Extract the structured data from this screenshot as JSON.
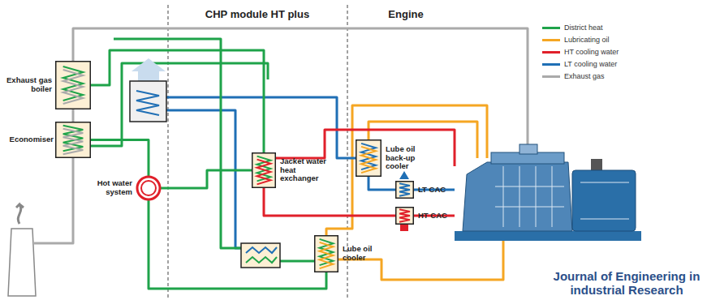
{
  "diagram": {
    "nodes": [
      {
        "text": [
          "Exhaust gas boiler"
        ]
      },
      {
        "text": [
          "Economiser"
        ]
      },
      {
        "text": [
          "Hot water system"
        ]
      },
      {
        "text": [
          "Jacket water heat exchanger"
        ]
      },
      {
        "text": [
          "Lube oil back-up cooler"
        ]
      },
      {
        "text": [
          "LT CAC"
        ]
      },
      {
        "text": [
          "HT CAC"
        ]
      },
      {
        "text": [
          "Lube oil cooler"
        ]
      }
    ],
    "edges": [
      {
        "from": 0,
        "to": 1,
        "arrow": "none"
      },
      {
        "from": 2,
        "to": 1,
        "arrow": "none"
      },
      {
        "from": 3,
        "to": 0,
        "arrow": "none"
      },
      {
        "from": 6,
        "to": 3,
        "arrow": "none"
      },
      {
        "from": 5,
        "to": 4,
        "arrow": "none"
      },
      {
        "from": 7,
        "to": 2,
        "arrow": "none"
      },
      {
        "from": 2,
        "to": 3,
        "arrow": "none"
      }
    ],
    "labels": [
      "CHP module HT plus",
      "Engine",
      "Journal of Engineering in industrial Research"
    ],
    "legend": [
      {
        "text": "District heat",
        "color": "#1fa34a"
      },
      {
        "text": "Lubricating oil",
        "color": "#f5a623"
      },
      {
        "text": "HT cooling water",
        "color": "#e0202a"
      },
      {
        "text": "LT cooling water",
        "color": "#1f6fb5"
      },
      {
        "text": "Exhaust gas",
        "color": "#aaaaaa"
      }
    ]
  }
}
